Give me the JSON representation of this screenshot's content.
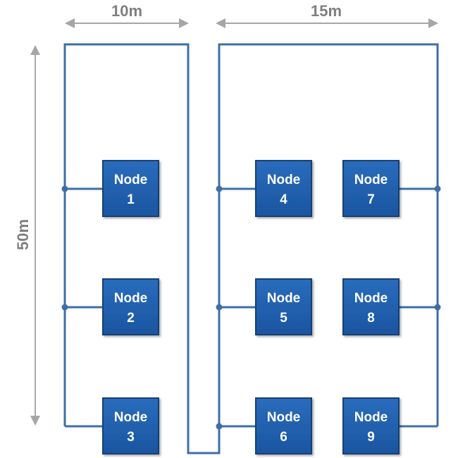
{
  "dimensions": {
    "left_width": "10m",
    "right_width": "15m",
    "height": "50m"
  },
  "nodes": [
    {
      "label": "Node",
      "number": "1"
    },
    {
      "label": "Node",
      "number": "2"
    },
    {
      "label": "Node",
      "number": "3"
    },
    {
      "label": "Node",
      "number": "4"
    },
    {
      "label": "Node",
      "number": "5"
    },
    {
      "label": "Node",
      "number": "6"
    },
    {
      "label": "Node",
      "number": "7"
    },
    {
      "label": "Node",
      "number": "8"
    },
    {
      "label": "Node",
      "number": "9"
    }
  ],
  "colors": {
    "wire": "#3f6ea6",
    "node_fill": "#1f5fae",
    "node_border": "#143f73",
    "dimension": "#a6a6a6",
    "dimension_text": "#7f7f7f"
  }
}
